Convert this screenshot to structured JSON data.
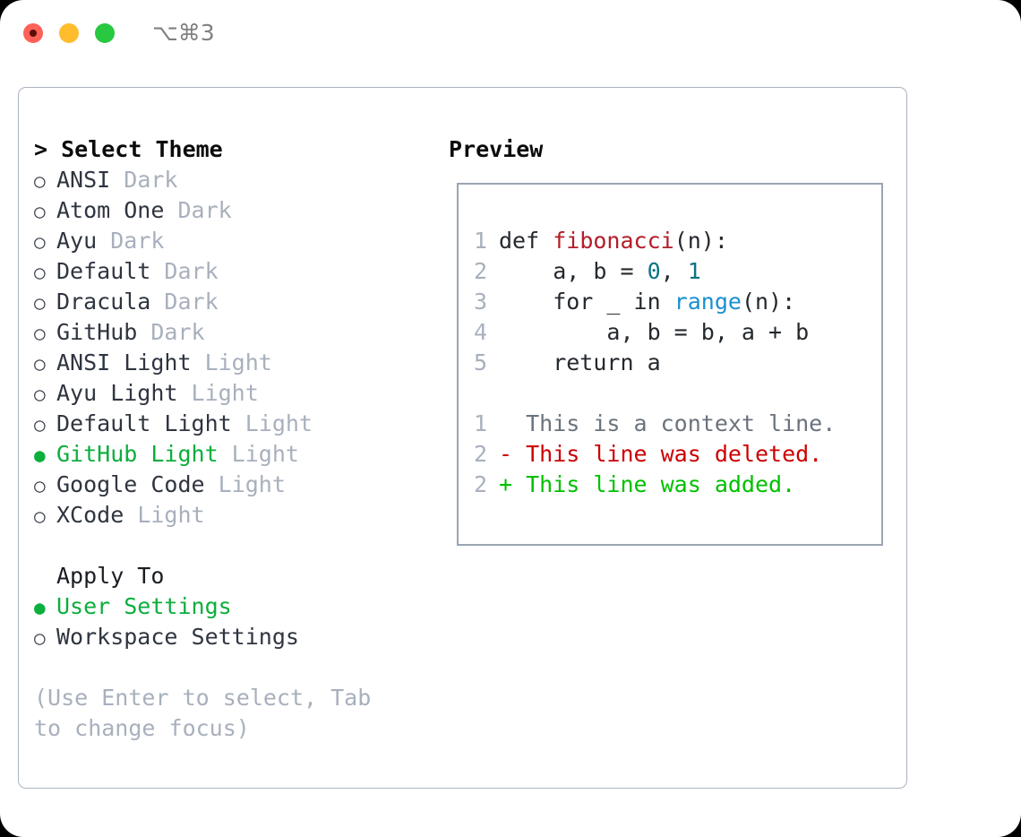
{
  "window": {
    "shortcut": "⌥⌘3",
    "traffic_lights": [
      "close-light",
      "minimize-light",
      "maximize-light"
    ]
  },
  "left": {
    "title": "> Select Theme",
    "marker_unselected": "○",
    "marker_selected": "●",
    "themes": [
      {
        "name": "ANSI",
        "kind": "Dark",
        "selected": false
      },
      {
        "name": "Atom One",
        "kind": "Dark",
        "selected": false
      },
      {
        "name": "Ayu",
        "kind": "Dark",
        "selected": false
      },
      {
        "name": "Default",
        "kind": "Dark",
        "selected": false
      },
      {
        "name": "Dracula",
        "kind": "Dark",
        "selected": false
      },
      {
        "name": "GitHub",
        "kind": "Dark",
        "selected": false
      },
      {
        "name": "ANSI Light",
        "kind": "Light",
        "selected": false
      },
      {
        "name": "Ayu Light",
        "kind": "Light",
        "selected": false
      },
      {
        "name": "Default Light",
        "kind": "Light",
        "selected": false
      },
      {
        "name": "GitHub Light",
        "kind": "Light",
        "selected": true
      },
      {
        "name": "Google Code",
        "kind": "Light",
        "selected": false
      },
      {
        "name": "XCode",
        "kind": "Light",
        "selected": false
      }
    ],
    "apply_to_title": "Apply To",
    "apply_to": [
      {
        "name": "User Settings",
        "selected": true
      },
      {
        "name": "Workspace Settings",
        "selected": false
      }
    ],
    "hint": "(Use Enter to select, Tab to change focus)"
  },
  "right": {
    "title": "Preview",
    "code_lines": [
      {
        "no": "1",
        "tokens": [
          {
            "t": "def ",
            "c": "plain"
          },
          {
            "t": "fibonacci",
            "c": "fn"
          },
          {
            "t": "(n):",
            "c": "plain"
          }
        ]
      },
      {
        "no": "2",
        "tokens": [
          {
            "t": "    a, b = ",
            "c": "plain"
          },
          {
            "t": "0",
            "c": "num"
          },
          {
            "t": ", ",
            "c": "plain"
          },
          {
            "t": "1",
            "c": "num"
          }
        ]
      },
      {
        "no": "3",
        "tokens": [
          {
            "t": "    for _ in ",
            "c": "plain"
          },
          {
            "t": "range",
            "c": "call"
          },
          {
            "t": "(n):",
            "c": "plain"
          }
        ]
      },
      {
        "no": "4",
        "tokens": [
          {
            "t": "        a, b = b, a + b",
            "c": "plain"
          }
        ]
      },
      {
        "no": "5",
        "tokens": [
          {
            "t": "    return a",
            "c": "plain"
          }
        ]
      }
    ],
    "diff_lines": [
      {
        "no": "1",
        "text": "  This is a context line.",
        "kind": "context"
      },
      {
        "no": "2",
        "text": "- This line was deleted.",
        "kind": "del"
      },
      {
        "no": "2",
        "text": "+ This line was added.",
        "kind": "add"
      }
    ]
  },
  "colors": {
    "selected_green": "#0cae3d",
    "muted": "#a8b0bd",
    "function_red": "#b31d28",
    "number_teal": "#0b7285",
    "builtin_blue": "#1b8fd1",
    "diff_deleted": "#cc0000",
    "diff_added": "#00c000",
    "border": "#9aa5b4"
  }
}
